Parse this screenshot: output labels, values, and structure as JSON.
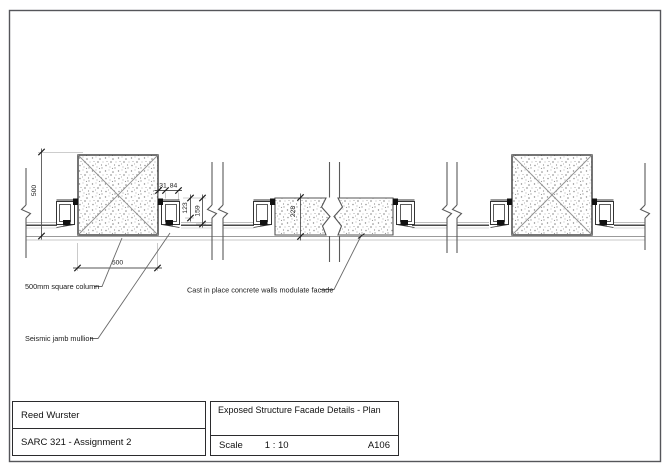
{
  "sheet": {
    "paper_color": "#ffffff",
    "ink_color": "#2e2e30",
    "border_color": "#55565a"
  },
  "drawing": {
    "dimensions": {
      "column_height": "500",
      "gap_31": "31",
      "gap_84": "84",
      "jamb_123": "123",
      "jamb_159": "159",
      "wall_228": "228",
      "column_width": "500"
    },
    "notes": {
      "column": "500mm square column",
      "mullion": "Seismic jamb mullion",
      "wall": "Cast in place concrete walls modulate facade"
    }
  },
  "title_block": {
    "author": "Reed Wurster",
    "project": "SARC 321 - Assignment 2",
    "drawing_title": "Exposed Structure Facade Details - Plan",
    "scale_label": "Scale",
    "scale_value": "1 : 10",
    "sheet_number": "A106"
  }
}
